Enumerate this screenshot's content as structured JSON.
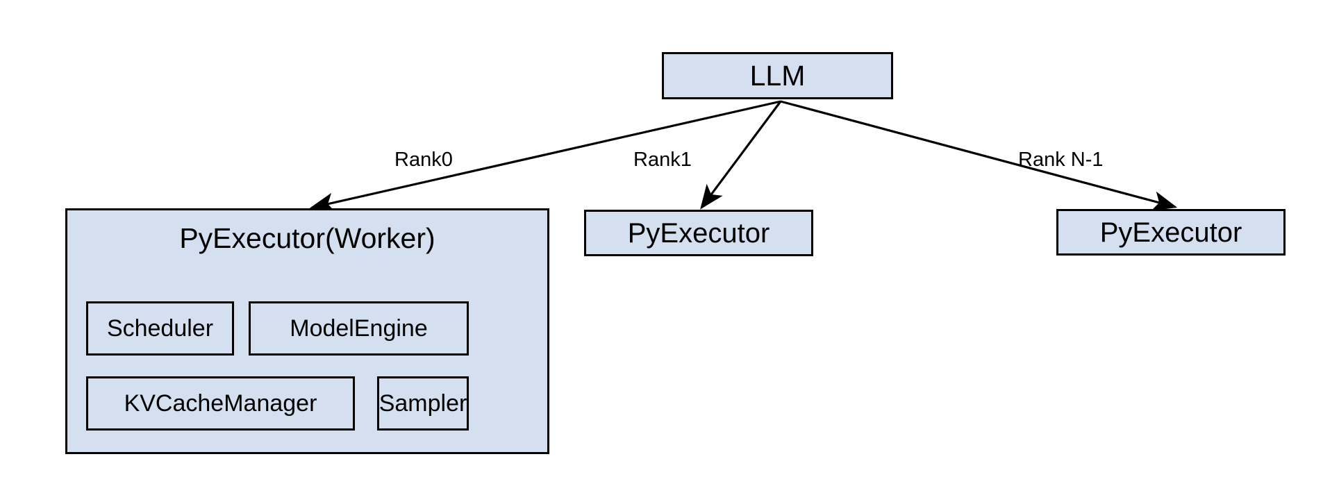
{
  "diagram": {
    "title_node": {
      "id": "llm",
      "label": "LLM"
    },
    "edges": [
      {
        "id": "rank0",
        "label": "Rank0",
        "from": "llm",
        "to": "worker"
      },
      {
        "id": "rank1",
        "label": "Rank1",
        "from": "llm",
        "to": "rank1"
      },
      {
        "id": "rankn",
        "label": "Rank N-1",
        "from": "llm",
        "to": "rankn"
      }
    ],
    "worker": {
      "label": "PyExecutor(Worker)",
      "components": [
        {
          "id": "scheduler",
          "label": "Scheduler"
        },
        {
          "id": "modelengine",
          "label": "ModelEngine"
        },
        {
          "id": "kvcache",
          "label": "KVCacheManager"
        },
        {
          "id": "sampler",
          "label": "Sampler"
        }
      ]
    },
    "peers": [
      {
        "id": "rank1",
        "label": "PyExecutor"
      },
      {
        "id": "rankn",
        "label": "PyExecutor"
      }
    ],
    "colors": {
      "node_fill": "#d4dfef",
      "node_stroke": "#000000",
      "edge_stroke": "#000000",
      "background": "#ffffff",
      "text": "#000000"
    }
  }
}
